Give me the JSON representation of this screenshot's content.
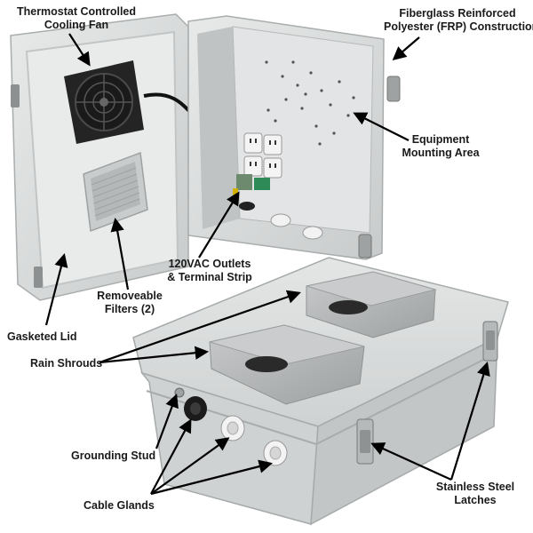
{
  "labels": {
    "cooling_fan": [
      "Thermostat Controlled",
      "Cooling Fan"
    ],
    "frp": [
      "Fiberglass Reinforced",
      "Polyester (FRP) Construction"
    ],
    "mounting": [
      "Equipment",
      "Mounting Area"
    ],
    "outlets": [
      "120VAC Outlets",
      "& Terminal Strip"
    ],
    "filters": [
      "Removeable",
      "Filters (2)"
    ],
    "gasketed": [
      "Gasketed Lid"
    ],
    "rain": [
      "Rain Shrouds"
    ],
    "grounding": [
      "Grounding Stud"
    ],
    "glands": [
      "Cable Glands"
    ],
    "latches": [
      "Stainless Steel",
      "Latches"
    ]
  },
  "colors": {
    "enclosure": "#d9dcdc",
    "enclosure_shadow": "#b9bdbd",
    "panel": "#e4e6e7",
    "shroud": "#b7b9ba",
    "fan": "#2a2a2a",
    "arrow": "#000000"
  }
}
